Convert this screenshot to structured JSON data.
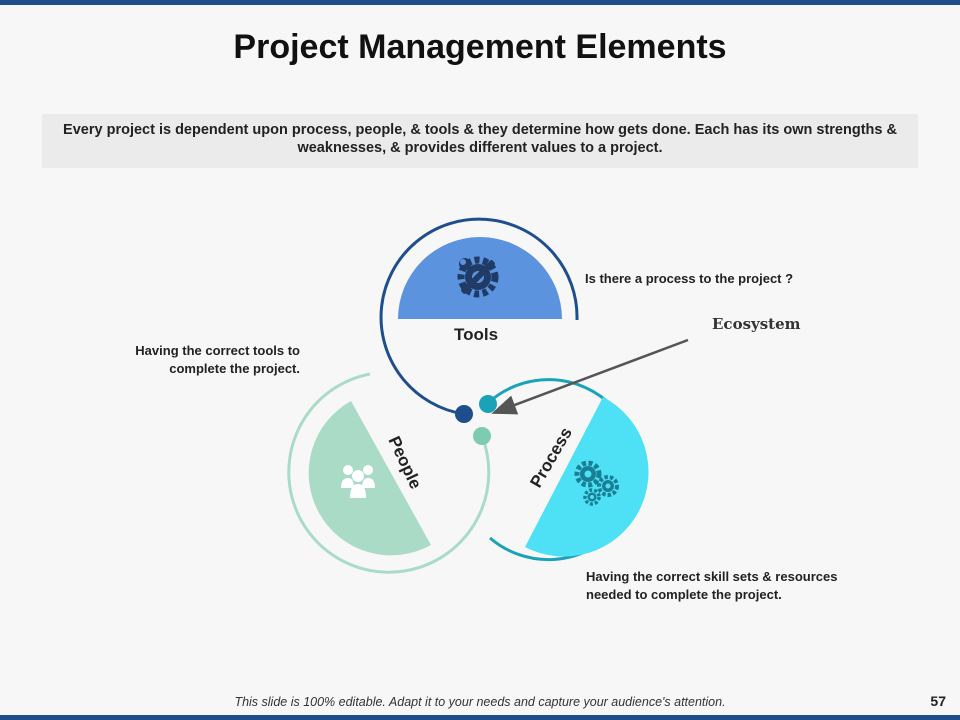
{
  "slide": {
    "title": "Project Management Elements",
    "intro": "Every project is dependent upon process, people, & tools & they determine how gets done. Each has its own strengths & weaknesses, & provides different values to a project.",
    "footer": "This slide is 100% editable. Adapt it to your needs and capture your audience's  attention.",
    "page_number": "57"
  },
  "diagram": {
    "tools": {
      "label": "Tools",
      "icon": "gear-wrench-icon",
      "color": "#5b93de",
      "ring_color": "#1f4e8c"
    },
    "people": {
      "label": "People",
      "icon": "group-people-icon",
      "color": "#a9dbc7",
      "ring_color": "#7dcbb0"
    },
    "process": {
      "label": "Process",
      "icon": "gears-icon",
      "color": "#4ee0f4",
      "ring_color": "#1aa3b8"
    },
    "ecosystem_label": "Ecosystem"
  },
  "notes": {
    "tools": "Is there a process to the project ?",
    "people": "Having the correct tools to complete the project.",
    "process": "Having the correct skill sets & resources needed to complete the project."
  }
}
